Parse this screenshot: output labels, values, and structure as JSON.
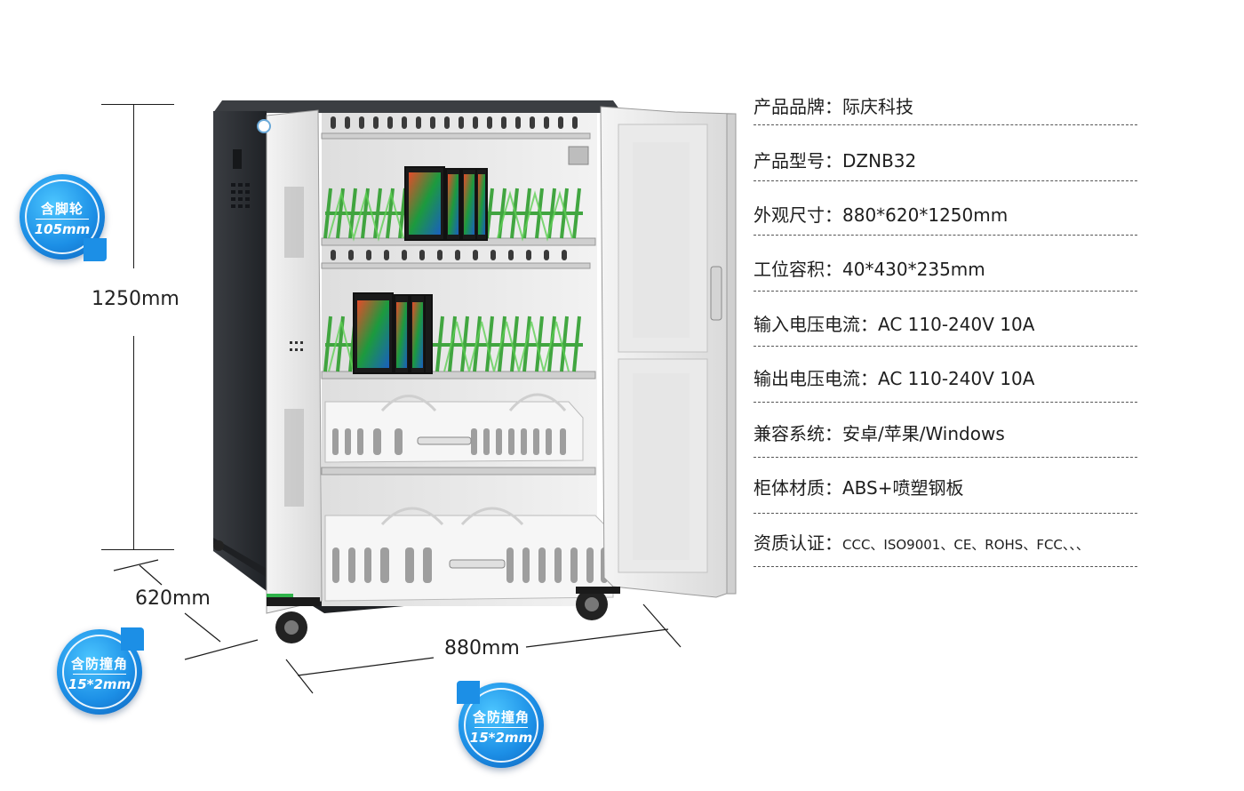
{
  "dimensions": {
    "height": "1250mm",
    "depth": "620mm",
    "width": "880mm"
  },
  "badges": [
    {
      "line1": "含脚轮",
      "line2": "105mm"
    },
    {
      "line1": "含防撞角",
      "line2": "15*2mm"
    },
    {
      "line1": "含防撞角",
      "line2": "15*2mm"
    }
  ],
  "specs": [
    {
      "label": "产品品牌：",
      "value": "际庆科技"
    },
    {
      "label": "产品型号：",
      "value": "DZNB32"
    },
    {
      "label": "外观尺寸：",
      "value": "880*620*1250mm"
    },
    {
      "label": "工位容积：",
      "value": "40*430*235mm"
    },
    {
      "label": "输入电压电流：",
      "value": "AC 110-240V 10A"
    },
    {
      "label": "输出电压电流：",
      "value": "AC 110-240V 10A"
    },
    {
      "label": "兼容系统：",
      "value": "安卓/苹果/Windows"
    },
    {
      "label": "柜体材质：",
      "value": "ABS+喷塑钢板"
    },
    {
      "label": "资质认证：",
      "value": "CCC、ISO9001、CE、ROHS、FCC、、、"
    }
  ],
  "colors": {
    "cabinet_dark": "#2c2f33",
    "cabinet_light": "#e8e8e8",
    "holder_green": "#3fae3a",
    "badge_blue": "#1c8fe6",
    "wheel_green": "#2fb34a"
  }
}
